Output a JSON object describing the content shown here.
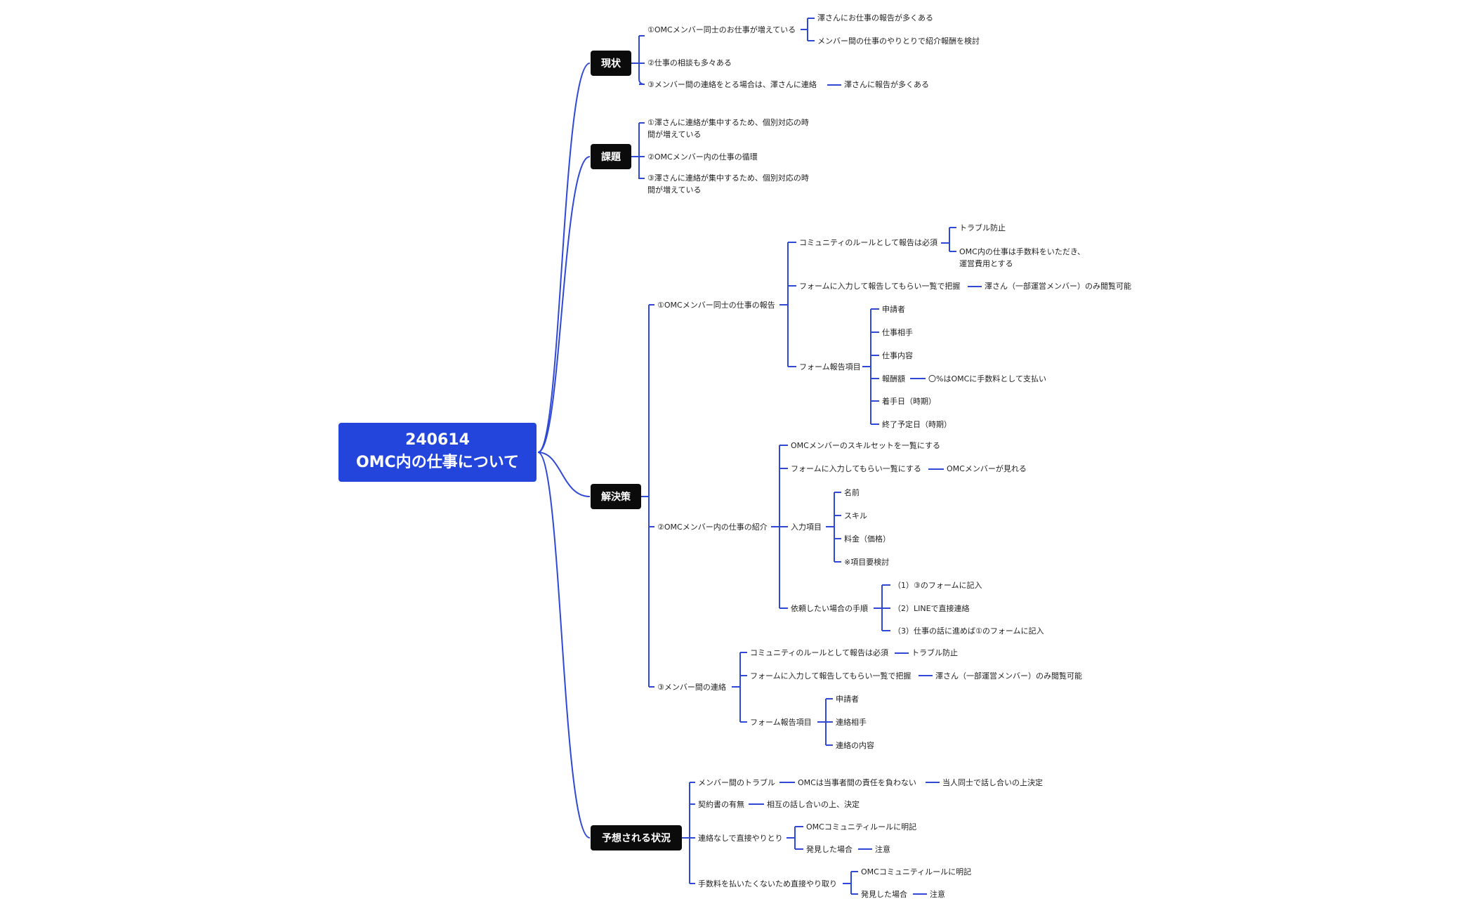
{
  "root": {
    "line1": "240614",
    "line2": "OMC内の仕事について"
  },
  "categories": {
    "genjo": {
      "label": "現状"
    },
    "kadai": {
      "label": "課題"
    },
    "kaiketsu": {
      "label": "解決策"
    },
    "yoso": {
      "label": "予想される状況"
    }
  },
  "genjo": {
    "n1": "①OMCメンバー同士のお仕事が増えている",
    "n1a": "澤さんにお仕事の報告が多くある",
    "n1b": "メンバー間の仕事のやりとりで紹介報酬を検討",
    "n2": "②仕事の相談も多々ある",
    "n3": "③メンバー間の連絡をとる場合は、澤さんに連絡",
    "n3a": "澤さんに報告が多くある"
  },
  "kadai": {
    "n1_l1": "①澤さんに連絡が集中するため、個別対応の時",
    "n1_l2": "間が増えている",
    "n2": "②OMCメンバー内の仕事の循環",
    "n3_l1": "③澤さんに連絡が集中するため、個別対応の時",
    "n3_l2": "間が増えている"
  },
  "kaiketsu": {
    "a": "①OMCメンバー同士の仕事の報告",
    "a1": "コミュニティのルールとして報告は必須",
    "a1a": "トラブル防止",
    "a1b_l1": "OMC内の仕事は手数料をいただき、",
    "a1b_l2": "運営費用とする",
    "a2": "フォームに入力して報告してもらい一覧で把握",
    "a2a": "澤さん（一部運営メンバー）のみ閲覧可能",
    "a3": "フォーム報告項目",
    "a3_items": [
      "申請者",
      "仕事相手",
      "仕事内容",
      "報酬額",
      "着手日（時期）",
      "終了予定日（時期）"
    ],
    "a3_fee": "〇%はOMCに手数料として支払い",
    "b": "②OMCメンバー内の仕事の紹介",
    "b1": "OMCメンバーのスキルセットを一覧にする",
    "b2": "フォームに入力してもらい一覧にする",
    "b2a": "OMCメンバーが見れる",
    "b3": "入力項目",
    "b3_items": [
      "名前",
      "スキル",
      "料金（価格）",
      "※項目要検討"
    ],
    "b4": "依頼したい場合の手順",
    "b4_items": [
      "（1）③のフォームに記入",
      "（2）LINEで直接連絡",
      "（3）仕事の話に進めば①のフォームに記入"
    ],
    "c": "③メンバー間の連絡",
    "c1": "コミュニティのルールとして報告は必須",
    "c1a": "トラブル防止",
    "c2": "フォームに入力して報告してもらい一覧で把握",
    "c2a": "澤さん（一部運営メンバー）のみ閲覧可能",
    "c3": "フォーム報告項目",
    "c3_items": [
      "申請者",
      "連絡相手",
      "連絡の内容"
    ]
  },
  "yoso": {
    "n1": "メンバー間のトラブル",
    "n1a": "OMCは当事者間の責任を負わない",
    "n1b": "当人同士で話し合いの上決定",
    "n2": "契約書の有無",
    "n2a": "相互の話し合いの上、決定",
    "n3": "連絡なしで直接やりとり",
    "n3a": "OMCコミュニティルールに明記",
    "n3b": "発見した場合",
    "n3b1": "注意",
    "n4": "手数料を払いたくないため直接やり取り",
    "n4a": "OMCコミュニティルールに明記",
    "n4b": "発見した場合",
    "n4b1": "注意"
  },
  "colors": {
    "root": "#2345dc",
    "category": "#0b0b0b",
    "link": "#2f49d6",
    "text": "#1f1f1f"
  }
}
